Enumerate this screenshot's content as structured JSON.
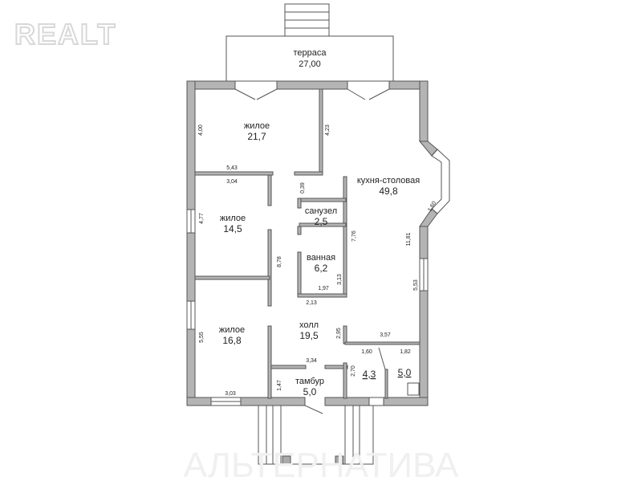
{
  "logo": {
    "text": "REALT"
  },
  "watermark": {
    "text": "АЛЬТЕРНАТИВА"
  },
  "rooms": [
    {
      "name": "терраса",
      "area": "27,00"
    },
    {
      "name": "жилое",
      "area": "21,7"
    },
    {
      "name": "кухня-столовая",
      "area": "49,8"
    },
    {
      "name": "жилое",
      "area": "14,5"
    },
    {
      "name": "санузел",
      "area": "2,5"
    },
    {
      "name": "ванная",
      "area": "6,2"
    },
    {
      "name": "жилое",
      "area": "16,8"
    },
    {
      "name": "холл",
      "area": "19,5"
    },
    {
      "name": "тамбур",
      "area": "5,0"
    },
    {
      "name": "",
      "area": "4,3"
    },
    {
      "name": "",
      "area": "5,0"
    }
  ],
  "dims": [
    "4,00",
    "4,23",
    "5,43",
    "3,04",
    "0,39",
    "1,60",
    "11,81",
    "4,77",
    "7,76",
    "8,78",
    "3,13",
    "1,97",
    "2,13",
    "5,53",
    "5,55",
    "2,95",
    "3,57",
    "1,60",
    "1,82",
    "3,34",
    "2,70",
    "1,47",
    "3,03"
  ]
}
